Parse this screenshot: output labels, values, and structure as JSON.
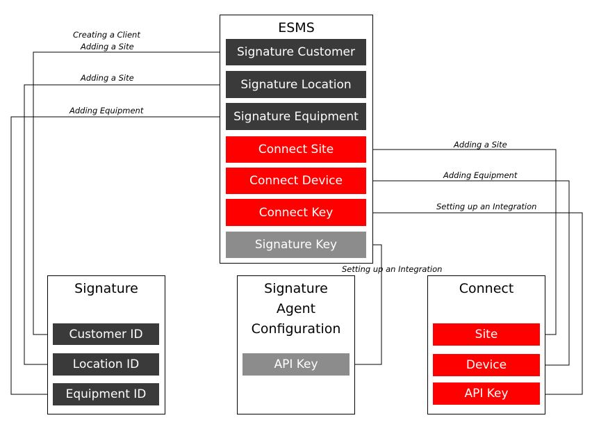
{
  "esms": {
    "title": "ESMS",
    "fields": [
      {
        "label": "Signature Customer",
        "color": "#3a3a3a"
      },
      {
        "label": "Signature Location",
        "color": "#3a3a3a"
      },
      {
        "label": "Signature Equipment",
        "color": "#3a3a3a"
      },
      {
        "label": "Connect Site",
        "color": "#ff0000"
      },
      {
        "label": "Connect Device",
        "color": "#ff0000"
      },
      {
        "label": "Connect Key",
        "color": "#ff0000"
      },
      {
        "label": "Signature Key",
        "color": "#8c8c8c"
      }
    ]
  },
  "signature": {
    "title": "Signature",
    "fields": [
      "Customer ID",
      "Location ID",
      "Equipment ID"
    ]
  },
  "agent": {
    "title_lines": [
      "Signature",
      "Agent",
      "Configuration"
    ],
    "field": "API Key"
  },
  "connect": {
    "title": "Connect",
    "fields": [
      "Site",
      "Device",
      "API Key"
    ]
  },
  "connectors": {
    "creating_client": "Creating a Client",
    "adding_site_1": "Adding a Site",
    "adding_site_2": "Adding a Site",
    "adding_equipment_1": "Adding Equipment",
    "adding_site_3": "Adding a Site",
    "adding_equipment_2": "Adding Equipment",
    "setting_integration_1": "Setting up an Integration",
    "setting_integration_2": "Setting up an Integration"
  }
}
